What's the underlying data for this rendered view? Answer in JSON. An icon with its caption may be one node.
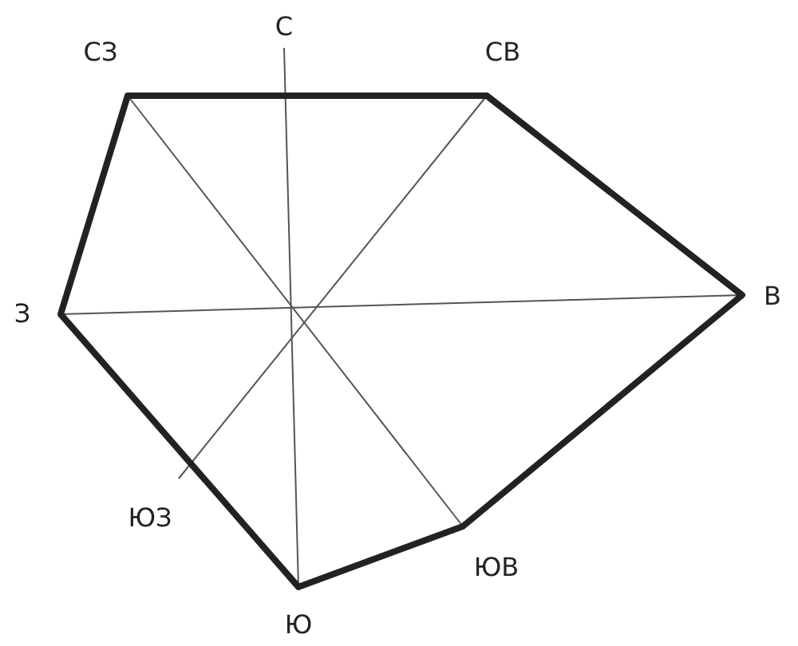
{
  "diagram": {
    "labels": [
      "СЗ",
      "С",
      "СВ",
      "З",
      "В",
      "ЮЗ",
      "ЮВ",
      "Ю"
    ]
  }
}
